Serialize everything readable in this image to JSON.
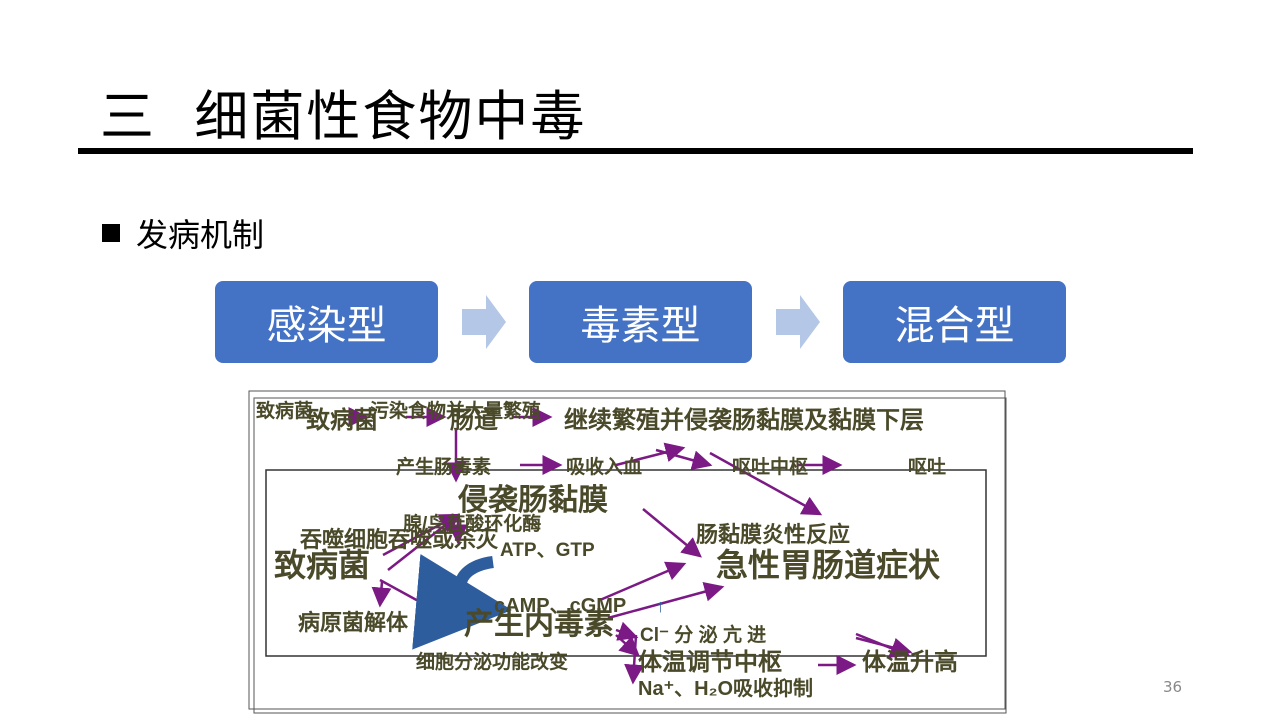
{
  "slide": {
    "title": "三  细菌性食物中毒",
    "bullet": "发病机制",
    "page_number": "36"
  },
  "types": [
    {
      "label": "感染型"
    },
    {
      "label": "毒素型"
    },
    {
      "label": "混合型"
    }
  ],
  "colors": {
    "box_fill": "#4472c4",
    "arrow_fill": "#b4c7e7",
    "mechanism_text": "#4a4a2a",
    "mechanism_arrow": "#7b1a84",
    "curve_arrow": "#2e5d9e"
  },
  "diagram": {
    "top": {
      "pathogen_small": "致病菌",
      "contaminate": "污染食物并大量繁殖",
      "pathogen": "致病菌",
      "intestine": "肠道",
      "invade_submucosa": "继续繁殖并侵袭肠黏膜及黏膜下层",
      "enterotoxin": "产生肠毒素",
      "absorb": "吸收入血",
      "vomit_center": "呕吐中枢",
      "vomit": "呕吐"
    },
    "middle": {
      "invade_mucosa": "侵袭肠黏膜",
      "adenylate": "腺/鸟苷酸环化酶",
      "phagocyte": "吞噬细胞吞噬或杀灭",
      "atp_gtp": "ATP、GTP",
      "enteritis": "肠黏膜炎性反应",
      "pathogen_large": "致病菌",
      "gi_symptoms": "急性胃肠道症状",
      "camp": "cAMP、cGMP",
      "up_arrow": "↑",
      "lysis": "病原菌解体",
      "endotoxin": "产生内毒素",
      "cl": "Cl⁻ 分 泌 亢 进"
    },
    "bottom": {
      "secretion": "细胞分泌功能改变",
      "thermo": "体温调节中枢",
      "fever": "体温升高",
      "na_h2o": "Na⁺、H₂O吸收抑制"
    }
  }
}
